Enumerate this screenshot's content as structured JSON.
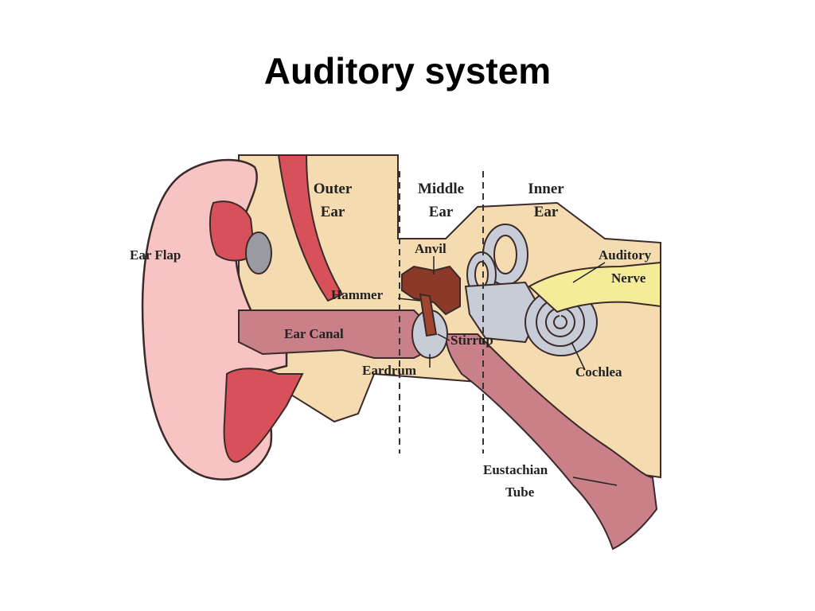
{
  "slide": {
    "title": "Auditory system"
  },
  "diagram": {
    "sections": {
      "outer": [
        "Outer",
        "Ear"
      ],
      "middle": [
        "Middle",
        "Ear"
      ],
      "inner": [
        "Inner",
        "Ear"
      ]
    },
    "labels": {
      "ear_flap": "Ear Flap",
      "anvil": "Anvil",
      "auditory": "Auditory",
      "nerve": "Nerve",
      "hammer": "Hammer",
      "ear_canal": "Ear Canal",
      "stirrup": "Stirrup",
      "eardrum": "Eardrum",
      "cochlea": "Cochlea",
      "eustachian": "Eustachian",
      "tube": "Tube"
    },
    "colors": {
      "skin": "#f7c3c3",
      "canal": "#c98088",
      "cartilage": "#d8505a",
      "bone_area": "#f4dcb0",
      "inner_organ": "#c8ccd6",
      "anvil": "#8b3a2a",
      "nerve": "#f5ec9a",
      "outline": "#3a2a2a"
    }
  }
}
